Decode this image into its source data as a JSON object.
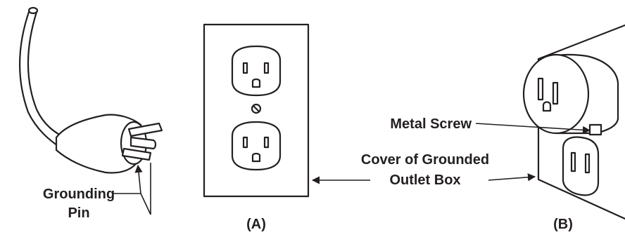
{
  "labels": {
    "grounding_line1": "Grounding",
    "grounding_line2": "Pin",
    "metal_screw": "Metal Screw",
    "cover_line1": "Cover of Grounded",
    "cover_line2": "Outlet Box",
    "panel_a": "(A)",
    "panel_b": "(B)"
  },
  "icons": {
    "plug": "grounded-plug-icon",
    "outlet": "duplex-outlet-icon",
    "adapter": "grounding-adapter-icon"
  },
  "colors": {
    "ink": "#231f20",
    "background": "#ffffff"
  }
}
